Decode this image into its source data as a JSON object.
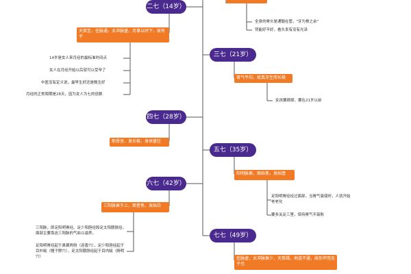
{
  "nodes": {
    "n14": {
      "label": "二七（14岁）"
    },
    "n21": {
      "label": "三七（21岁）"
    },
    "n28": {
      "label": "四七（28岁）"
    },
    "n35": {
      "label": "五七（35岁）"
    },
    "n42": {
      "label": "六七（42岁）"
    },
    "n49": {
      "label": "七七（49岁）"
    }
  },
  "boxes": {
    "b14": "天癸至，任脉通，太冲脉盛，月事以时下，故有子",
    "b21": "肾气平均，故真牙生而长极",
    "b28": "筋骨坚，发长极，身体盛壮",
    "b35": "阳明脉衰，面始焦，发始堕",
    "b42": "三阳脉衰于上，面皆焦，发始白",
    "b49": "任脉虚，太冲脉衰少，天癸竭，地道不通，故形坏而无子也",
    "btop": ""
  },
  "notes": {
    "t1": "全身的骨头是通髓在管，\"牙为骨之余\"",
    "t2": "肾能好不好，看头发有没有光泽",
    "l14a": "14岁是女人来月经的最标准时间点",
    "l14b": "女人在月经开始以后就可以受孕了",
    "l14c": "中医没有定义说，最早生好还是晚生好",
    "l14d": "月经的正常周期是28天，因为女人为七的倍数",
    "r21": "女孩要嫁嫁，要在21岁以前",
    "r35a": "足阳明胃经经过面部，当胃气衰弱时，人就开始老老化",
    "r35b": "要多关足三里，保持胃气不衰败",
    "l42a": "三阳脉，即足阳明胃经、足少阳胆经和足太阳膀胱经。面部主要靠这三阳脉的气血以滋养。",
    "l42b": "足阳明胃经起于鼻翼两侧（迎香穴），足少阳胆经起于目外眦（瞳子髎穴），足太阳膀胱经起于目内眦（睛明穴）"
  }
}
